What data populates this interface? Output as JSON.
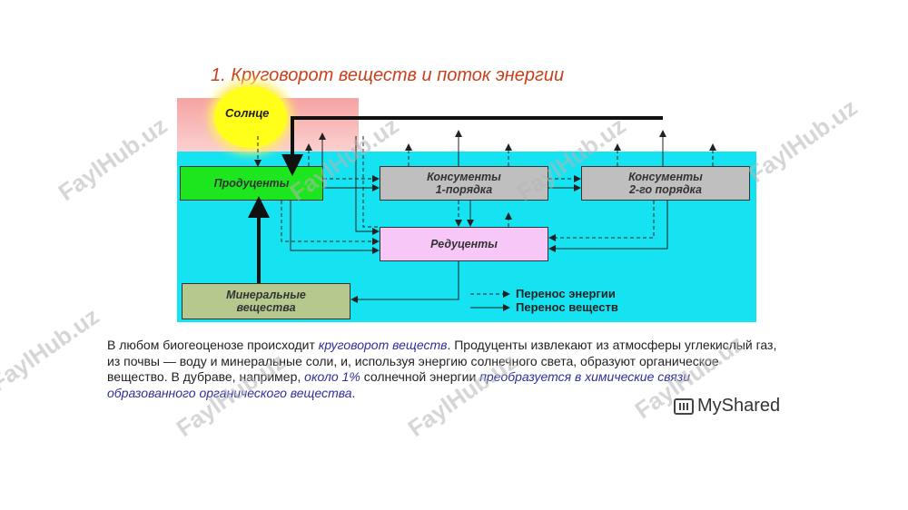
{
  "title": "1. Круговорот веществ и поток энергии",
  "diagram": {
    "sun": "Солнце",
    "producers": "Продуценты",
    "consumers1_line1": "Консументы",
    "consumers1_line2": "1-порядка",
    "consumers2_line1": "Консументы",
    "consumers2_line2": "2-го порядка",
    "reducers": "Редуценты",
    "minerals_line1": "Минеральные",
    "minerals_line2": "вещества",
    "legend_energy": "Перенос энергии",
    "legend_matter": "Перенос веществ"
  },
  "text": {
    "part1": "В любом биогеоценозе происходит ",
    "hl1": "круговорот веществ",
    "part2": ". Продуценты извлекают из атмосферы углекислый газ, из почвы — воду и минеральные соли, и, используя энергию солнечного света, образуют органическое вещество. В дубраве, например, ",
    "hl2": "около 1%",
    "part3": " солнечной энергии ",
    "hl3": "преобразуется в химические связи образованного органического вещества",
    "part4": "."
  },
  "watermark": "FaylHub.uz",
  "brand": "MyShared",
  "colors": {
    "title": "#c8401c",
    "water": "#16e3f2",
    "producers": "#1ee61e",
    "consumers": "#bfbfbf",
    "reducers": "#f7c8f7",
    "minerals": "#b5c98f",
    "sun": "#ffff1a"
  }
}
